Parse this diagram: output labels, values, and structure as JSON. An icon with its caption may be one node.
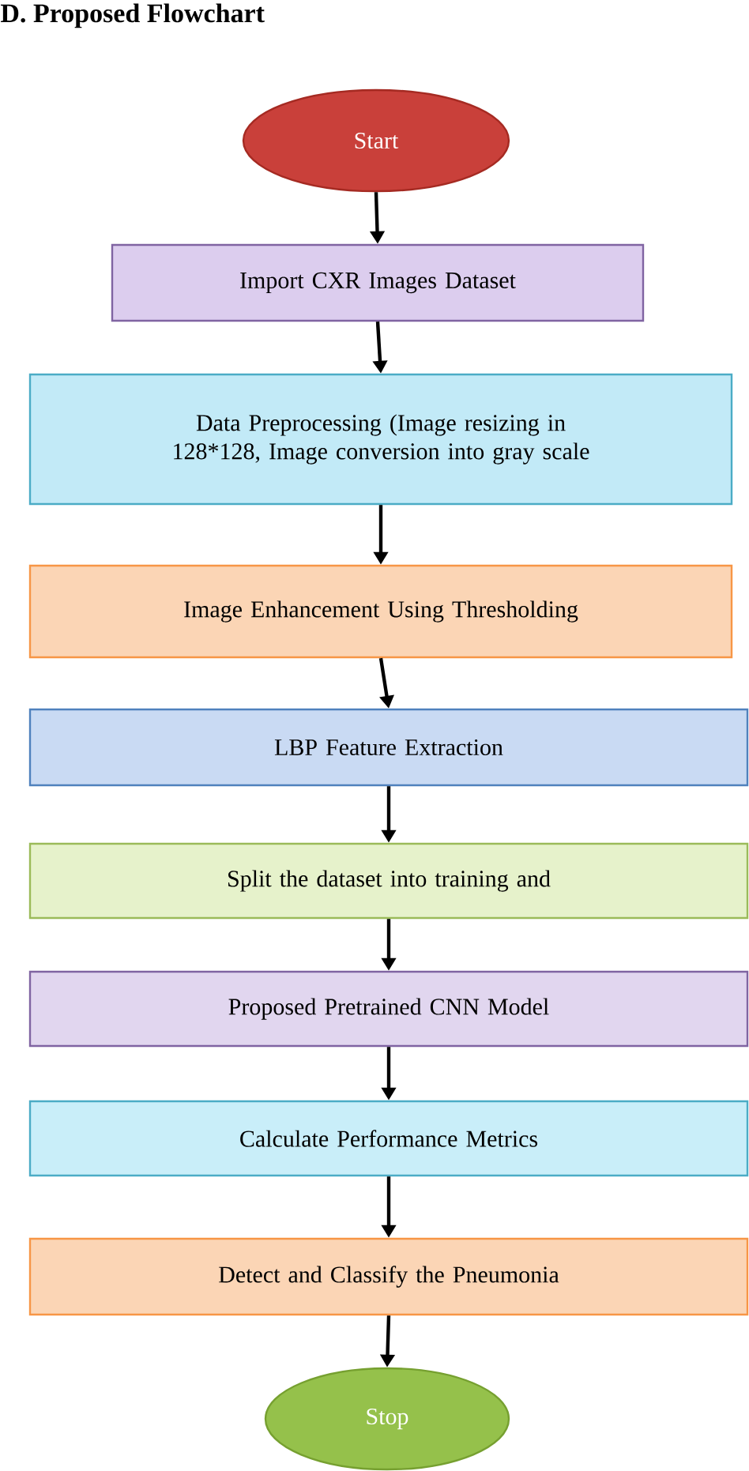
{
  "diagram": {
    "title": "D.   Proposed Flowchart",
    "nodes": [
      {
        "text": [
          "Start"
        ]
      },
      {
        "text": [
          "Import CXR Images Dataset"
        ]
      },
      {
        "text": [
          "Data Preprocessing (Image resizing in 128*128, Image conversion into gray scale"
        ]
      },
      {
        "text": [
          "Image Enhancement Using Thresholding"
        ]
      },
      {
        "text": [
          "LBP Feature Extraction"
        ]
      },
      {
        "text": [
          "Split the dataset into training and"
        ]
      },
      {
        "text": [
          "Proposed Pretrained CNN Model"
        ]
      },
      {
        "text": [
          "Calculate Performance Metrics"
        ]
      },
      {
        "text": [
          "Detect and Classify the Pneumonia"
        ]
      },
      {
        "text": [
          "Stop"
        ]
      }
    ],
    "edges": [
      {
        "from": 0,
        "to": 1,
        "arrow": "to"
      },
      {
        "from": 1,
        "to": 2,
        "arrow": "to"
      },
      {
        "from": 2,
        "to": 3,
        "arrow": "to"
      },
      {
        "from": 3,
        "to": 4,
        "arrow": "to"
      },
      {
        "from": 4,
        "to": 5,
        "arrow": "to"
      },
      {
        "from": 5,
        "to": 6,
        "arrow": "to"
      },
      {
        "from": 6,
        "to": 7,
        "arrow": "to"
      },
      {
        "from": 7,
        "to": 8,
        "arrow": "to"
      },
      {
        "from": 8,
        "to": 9,
        "arrow": "to"
      }
    ]
  }
}
